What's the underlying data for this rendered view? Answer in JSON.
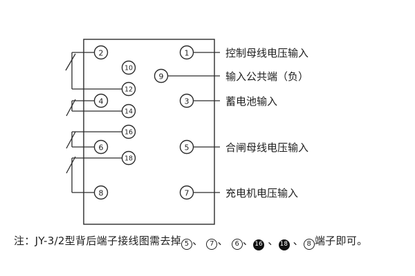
{
  "colors": {
    "ink": "#1e1e1e",
    "line": "#2b2b2b",
    "background": "#ffffff"
  },
  "device": {
    "left_terminals": [
      {
        "num": "2"
      },
      {
        "num": "10"
      },
      {
        "num": "12"
      },
      {
        "num": "4"
      },
      {
        "num": "14"
      },
      {
        "num": "16"
      },
      {
        "num": "6"
      },
      {
        "num": "18"
      },
      {
        "num": "8"
      }
    ],
    "right_terminals": [
      {
        "num": "1",
        "label": "控制母线电压输入"
      },
      {
        "num": "9",
        "label": "输入公共端（负）"
      },
      {
        "num": "3",
        "label": "蓄电池输入"
      },
      {
        "num": "5",
        "label": "合闸母线电压输入"
      },
      {
        "num": "7",
        "label": "充电机电压输入"
      }
    ]
  },
  "note_segments": [
    {
      "t": "注：JY-3/2型背后端子接线图需去掉"
    },
    {
      "t": "5"
    },
    {
      "t": "、 "
    },
    {
      "t": "7"
    },
    {
      "t": "、 "
    },
    {
      "t": "6"
    },
    {
      "t": "、"
    },
    {
      "t": "16"
    },
    {
      "t": " 、"
    },
    {
      "t": "18"
    },
    {
      "t": " 、"
    },
    {
      "t": "8"
    },
    {
      "t": "端子即可。"
    }
  ]
}
